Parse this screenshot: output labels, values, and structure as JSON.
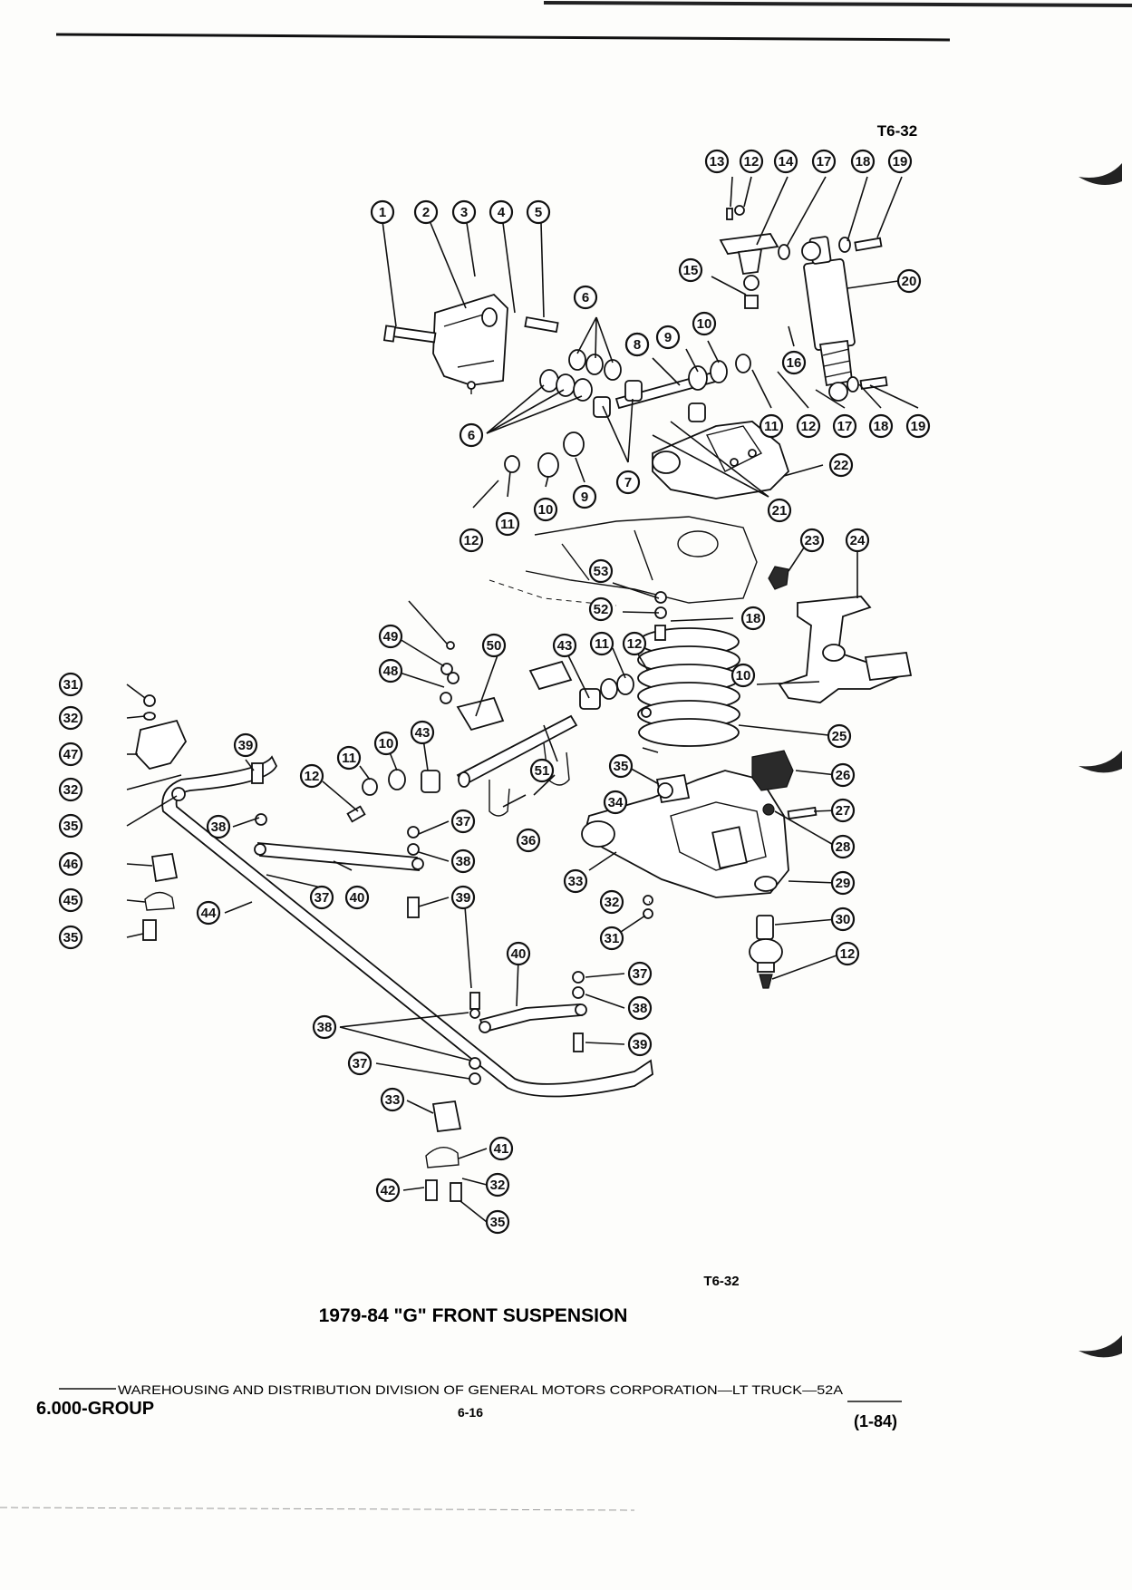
{
  "page": {
    "ref_top": "T6-32",
    "ref_bottom": "T6-32",
    "caption": "1979-84 \"G\" FRONT SUSPENSION",
    "footer_division": "WAREHOUSING AND DISTRIBUTION DIVISION OF GENERAL MOTORS CORPORATION—LT TRUCK—52A",
    "footer_group": "6.000-GROUP",
    "footer_page": "6-16",
    "footer_date": "(1-84)"
  },
  "callouts": [
    {
      "num": "1"
    },
    {
      "num": "2"
    },
    {
      "num": "3"
    },
    {
      "num": "4"
    },
    {
      "num": "5"
    },
    {
      "num": "6"
    },
    {
      "num": "6"
    },
    {
      "num": "7"
    },
    {
      "num": "7"
    },
    {
      "num": "8"
    },
    {
      "num": "9"
    },
    {
      "num": "9"
    },
    {
      "num": "10"
    },
    {
      "num": "10"
    },
    {
      "num": "10"
    },
    {
      "num": "10"
    },
    {
      "num": "11"
    },
    {
      "num": "11"
    },
    {
      "num": "11"
    },
    {
      "num": "11"
    },
    {
      "num": "12"
    },
    {
      "num": "12"
    },
    {
      "num": "12"
    },
    {
      "num": "12"
    },
    {
      "num": "12"
    },
    {
      "num": "12"
    },
    {
      "num": "13"
    },
    {
      "num": "14"
    },
    {
      "num": "15"
    },
    {
      "num": "16"
    },
    {
      "num": "17"
    },
    {
      "num": "17"
    },
    {
      "num": "18"
    },
    {
      "num": "18"
    },
    {
      "num": "18"
    },
    {
      "num": "19"
    },
    {
      "num": "19"
    },
    {
      "num": "20"
    },
    {
      "num": "21"
    },
    {
      "num": "22"
    },
    {
      "num": "23"
    },
    {
      "num": "24"
    },
    {
      "num": "25"
    },
    {
      "num": "26"
    },
    {
      "num": "27"
    },
    {
      "num": "28"
    },
    {
      "num": "29"
    },
    {
      "num": "30"
    },
    {
      "num": "31"
    },
    {
      "num": "31"
    },
    {
      "num": "32"
    },
    {
      "num": "32"
    },
    {
      "num": "32"
    },
    {
      "num": "32"
    },
    {
      "num": "33"
    },
    {
      "num": "33"
    },
    {
      "num": "34"
    },
    {
      "num": "35"
    },
    {
      "num": "35"
    },
    {
      "num": "35"
    },
    {
      "num": "35"
    },
    {
      "num": "36"
    },
    {
      "num": "37"
    },
    {
      "num": "37"
    },
    {
      "num": "37"
    },
    {
      "num": "37"
    },
    {
      "num": "38"
    },
    {
      "num": "38"
    },
    {
      "num": "38"
    },
    {
      "num": "38"
    },
    {
      "num": "39"
    },
    {
      "num": "39"
    },
    {
      "num": "39"
    },
    {
      "num": "40"
    },
    {
      "num": "40"
    },
    {
      "num": "41"
    },
    {
      "num": "42"
    },
    {
      "num": "43"
    },
    {
      "num": "43"
    },
    {
      "num": "44"
    },
    {
      "num": "45"
    },
    {
      "num": "46"
    },
    {
      "num": "47"
    },
    {
      "num": "48"
    },
    {
      "num": "49"
    },
    {
      "num": "50"
    },
    {
      "num": "51"
    },
    {
      "num": "52"
    },
    {
      "num": "53"
    }
  ]
}
